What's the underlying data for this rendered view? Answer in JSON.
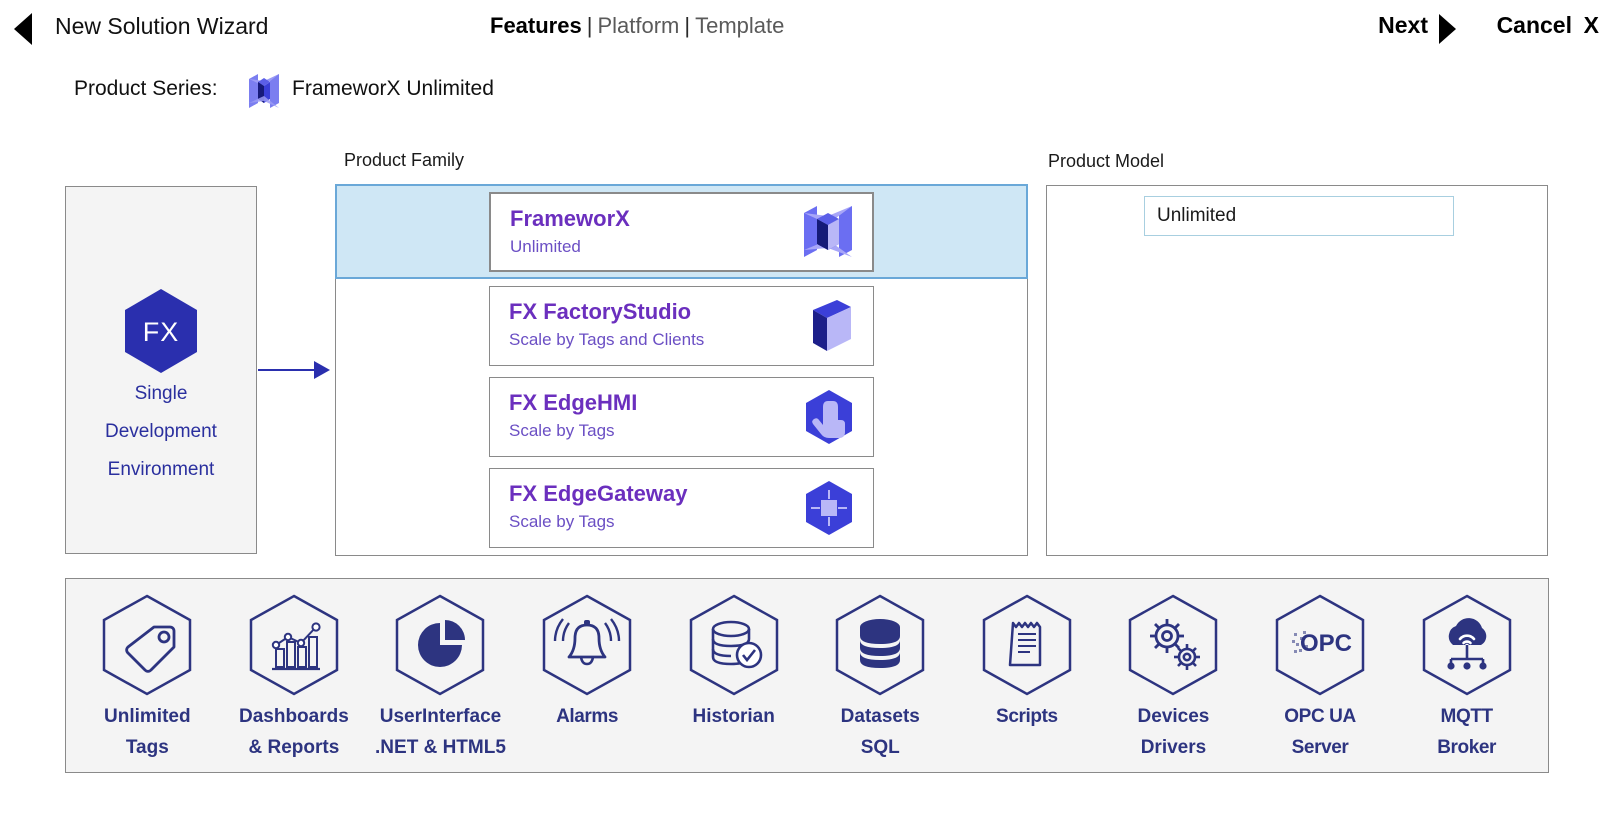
{
  "header": {
    "back_icon": "back-arrow-icon",
    "title": "New Solution Wizard",
    "tabs": [
      {
        "label": "Features",
        "active": true
      },
      {
        "label": "Platform",
        "active": false
      },
      {
        "label": "Template",
        "active": false
      }
    ],
    "separator": "|",
    "next_label": "Next",
    "next_icon": "next-arrow-icon",
    "cancel_label": "Cancel",
    "cancel_x": "X"
  },
  "product_series": {
    "label": "Product Series:",
    "icon": "frameworx-logo-icon",
    "value": "FrameworX Unlimited"
  },
  "left_panel": {
    "badge_text": "FX",
    "lines": [
      "Single",
      "Development",
      "Environment"
    ]
  },
  "product_family": {
    "title": "Product Family",
    "items": [
      {
        "name": "FrameworX",
        "sub": "Unlimited",
        "icon": "frameworx-cube-icon",
        "selected": true
      },
      {
        "name": "FX FactoryStudio",
        "sub": "Scale by Tags and Clients",
        "icon": "cube-icon",
        "selected": false
      },
      {
        "name": "FX EdgeHMI",
        "sub": "Scale by Tags",
        "icon": "hand-pointer-hex-icon",
        "selected": false
      },
      {
        "name": "FX EdgeGateway",
        "sub": "Scale by Tags",
        "icon": "gateway-hex-icon",
        "selected": false
      }
    ]
  },
  "product_model": {
    "title": "Product Model",
    "value": "Unlimited",
    "placeholder": "Unlimited"
  },
  "features": [
    {
      "icon": "tag-hex-icon",
      "line1": "Unlimited",
      "line2": "Tags",
      "condensed": false
    },
    {
      "icon": "chart-hex-icon",
      "line1": "Dashboards",
      "line2": "&  Reports",
      "condensed": false
    },
    {
      "icon": "piechart-hex-icon",
      "line1": "UserInterface",
      "line2": ".NET & HTML5",
      "condensed": false
    },
    {
      "icon": "alarm-bell-hex-icon",
      "line1": "Alarms",
      "line2": "",
      "condensed": true
    },
    {
      "icon": "historian-hex-icon",
      "line1": "Historian",
      "line2": "",
      "condensed": false
    },
    {
      "icon": "database-hex-icon",
      "line1": "Datasets",
      "line2": "SQL",
      "condensed": false
    },
    {
      "icon": "script-hex-icon",
      "line1": "Scripts",
      "line2": "",
      "condensed": true
    },
    {
      "icon": "gears-hex-icon",
      "line1": "Devices",
      "line2": "Drivers",
      "condensed": false
    },
    {
      "icon": "opc-hex-icon",
      "line1": "OPC UA",
      "line2": "Server",
      "condensed": true
    },
    {
      "icon": "mqtt-cloud-hex-icon",
      "line1": "MQTT",
      "line2": "Broker",
      "condensed": true
    }
  ],
  "colors": {
    "accent_blue": "#2d3480",
    "purple": "#6b2fbe",
    "selection_fill": "#cfe7f5",
    "selection_border": "#6aa8d8",
    "panel_bg": "#f4f4f4",
    "panel_border": "#8a8a8a",
    "hex_brand": "#2a2fae"
  }
}
